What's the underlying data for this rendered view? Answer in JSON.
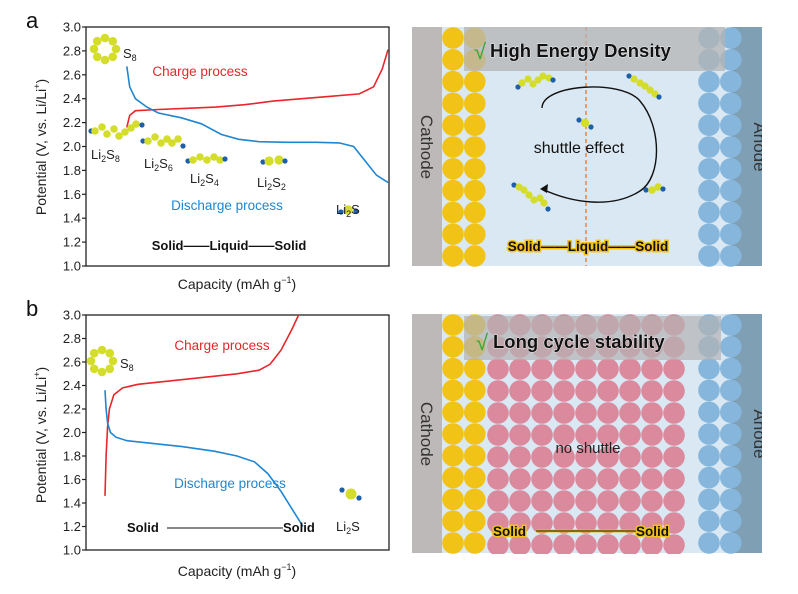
{
  "figure": {
    "panels": [
      {
        "letter": "a",
        "chart": {
          "ylabel_main": "Potential (V, vs. Li/Li",
          "ylabel_sup": "+",
          "ylabel_end": ")",
          "xlabel_main": "Capacity (mAh g",
          "xlabel_sup": "−1",
          "xlabel_end": ")",
          "charge_label": "Charge process",
          "discharge_label": "Discharge process",
          "phase_label": "Solid——Liquid——Solid",
          "species": [
            {
              "base": "S",
              "sub": "8",
              "kind": "ring"
            },
            {
              "base": "Li",
              "sub1": "2",
              "mid": "S",
              "sub2": "8",
              "kind": "chain8"
            },
            {
              "base": "Li",
              "sub1": "2",
              "mid": "S",
              "sub2": "6",
              "kind": "chain6"
            },
            {
              "base": "Li",
              "sub1": "2",
              "mid": "S",
              "sub2": "4",
              "kind": "chain4"
            },
            {
              "base": "Li",
              "sub1": "2",
              "mid": "S",
              "sub2": "2",
              "kind": "chain2"
            },
            {
              "base": "Li",
              "sub1": "2",
              "mid": "S",
              "sub2": "",
              "kind": "chain1"
            }
          ]
        },
        "schematic": {
          "cathode_label": "Cathode",
          "anode_label": "Anode",
          "banner_check": "√",
          "banner_text": "High Energy Density",
          "center_label": "shuttle effect",
          "phase_label": "Solid——Liquid——Solid"
        }
      },
      {
        "letter": "b",
        "chart": {
          "ylabel_main": "Potential (V, vs. Li/Li",
          "ylabel_sup": "+",
          "ylabel_end": ")",
          "xlabel_main": "Capacity (mAh g",
          "xlabel_sup": "−1",
          "xlabel_end": ")",
          "charge_label": "Charge process",
          "discharge_label": "Discharge process",
          "phase_label_left": "Solid",
          "phase_label_right": "Solid",
          "species": [
            {
              "base": "S",
              "sub": "8",
              "kind": "ring"
            },
            {
              "base": "Li",
              "sub1": "2",
              "mid": "S",
              "sub2": "",
              "kind": "chain1"
            }
          ]
        },
        "schematic": {
          "cathode_label": "Cathode",
          "anode_label": "Anode",
          "banner_check": "√",
          "banner_text": "Long cycle stability",
          "center_label": "no shuttle",
          "phase_label_left": "Solid",
          "phase_label_right": "Solid"
        }
      }
    ],
    "colors": {
      "charge": "#e8262b",
      "discharge": "#1f86d2",
      "sulfur": "#d4dd2a",
      "lithium": "#1d5fa8",
      "cathode_bar": "#bdb9b8",
      "anode_bar": "#7f9fb5",
      "cathode_particles": "#f1c316",
      "anode_particles": "#86b6db",
      "electrolyte": "#dae8f3",
      "solid_electrolyte": "#db8a9e",
      "separator_line": "#f07c2a",
      "check": "#3aa635"
    }
  },
  "chart_data": [
    {
      "type": "line",
      "title": "",
      "panel": "a",
      "xlabel": "Capacity (mAh g−1)",
      "ylabel": "Potential (V, vs. Li/Li+)",
      "ylim": [
        1.0,
        3.0
      ],
      "xlim": [
        0,
        1
      ],
      "x_ticks_shown": false,
      "y_ticks": [
        1.0,
        1.2,
        1.4,
        1.6,
        1.8,
        2.0,
        2.2,
        2.4,
        2.6,
        2.8,
        3.0
      ],
      "grid": false,
      "series": [
        {
          "name": "Charge process",
          "x": [
            0.09,
            0.1,
            0.12,
            0.2,
            0.3,
            0.4,
            0.5,
            0.6,
            0.7,
            0.8,
            0.9,
            0.95,
            0.98,
            1.0
          ],
          "y": [
            2.16,
            2.26,
            2.3,
            2.31,
            2.32,
            2.33,
            2.35,
            2.38,
            2.4,
            2.42,
            2.44,
            2.5,
            2.65,
            2.81
          ]
        },
        {
          "name": "Discharge process",
          "x": [
            0.09,
            0.1,
            0.12,
            0.16,
            0.2,
            0.28,
            0.35,
            0.42,
            0.48,
            0.55,
            0.65,
            0.75,
            0.83,
            0.88,
            0.92,
            0.96,
            1.0
          ],
          "y": [
            2.67,
            2.5,
            2.4,
            2.33,
            2.28,
            2.24,
            2.19,
            2.1,
            2.06,
            2.04,
            2.035,
            2.035,
            2.03,
            2.0,
            1.88,
            1.76,
            1.7
          ]
        }
      ],
      "annotations": [
        "S8",
        "Li2S8",
        "Li2S6",
        "Li2S4",
        "Li2S2",
        "Li2S",
        "Charge process",
        "Discharge process",
        "Solid——Liquid——Solid"
      ]
    },
    {
      "type": "line",
      "title": "",
      "panel": "b",
      "xlabel": "Capacity (mAh g−1)",
      "ylabel": "Potential (V, vs. Li/Li+)",
      "ylim": [
        1.0,
        3.0
      ],
      "xlim": [
        0,
        1
      ],
      "x_ticks_shown": false,
      "y_ticks": [
        1.0,
        1.2,
        1.4,
        1.6,
        1.8,
        2.0,
        2.2,
        2.4,
        2.6,
        2.8,
        3.0
      ],
      "grid": false,
      "series": [
        {
          "name": "Charge process",
          "x": [
            0.0,
            0.005,
            0.012,
            0.02,
            0.04,
            0.08,
            0.15,
            0.3,
            0.45,
            0.6,
            0.7,
            0.75,
            0.8,
            0.85,
            0.88
          ],
          "y": [
            1.46,
            1.8,
            2.05,
            2.2,
            2.32,
            2.38,
            2.41,
            2.44,
            2.47,
            2.5,
            2.53,
            2.58,
            2.7,
            2.88,
            3.0
          ]
        },
        {
          "name": "Discharge process",
          "x": [
            0.0,
            0.005,
            0.012,
            0.025,
            0.05,
            0.1,
            0.2,
            0.35,
            0.5,
            0.6,
            0.68,
            0.74,
            0.8,
            0.85,
            0.9
          ],
          "y": [
            2.36,
            2.2,
            2.08,
            2.0,
            1.96,
            1.93,
            1.91,
            1.88,
            1.84,
            1.8,
            1.75,
            1.65,
            1.5,
            1.35,
            1.2
          ]
        }
      ],
      "annotations": [
        "S8",
        "Li2S",
        "Charge process",
        "Discharge process",
        "Solid——Solid"
      ]
    }
  ]
}
